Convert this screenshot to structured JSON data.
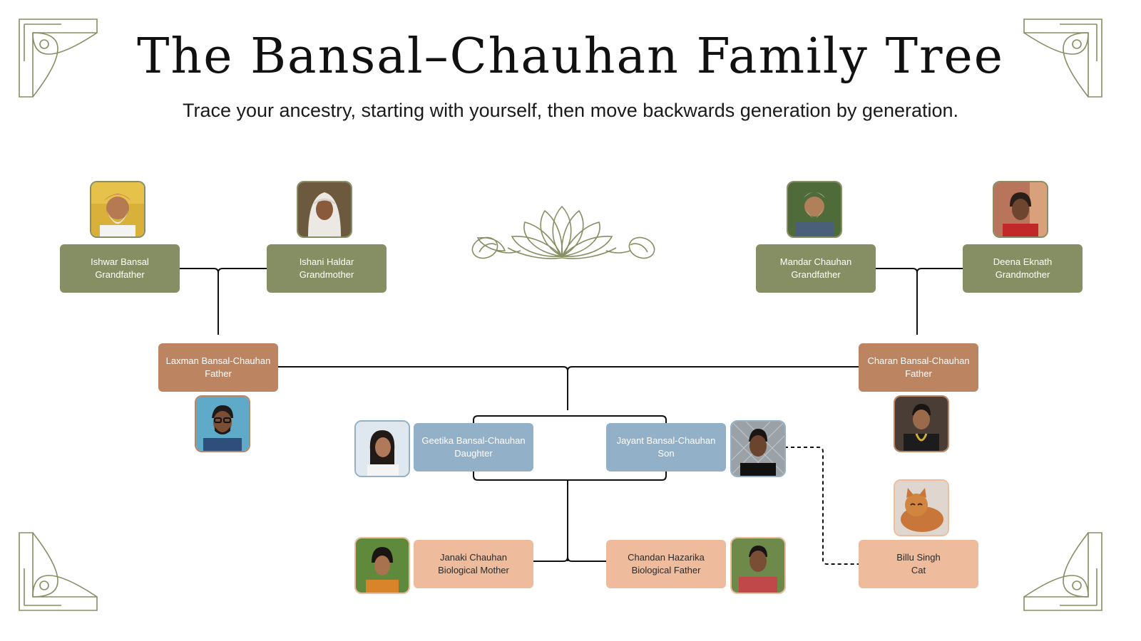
{
  "title": "The Bansal–Chauhan Family Tree",
  "subtitle": "Trace your ancestry, starting with yourself, then move backwards generation by generation.",
  "colors": {
    "grandparent": "#868e63",
    "parent": "#bd8462",
    "child": "#93b0c9",
    "biological": "#eebc9d",
    "ornament": "#868e63",
    "line": "#111111"
  },
  "people": {
    "ishwar": {
      "name": "Ishwar Bansal",
      "role": "Grandfather"
    },
    "ishani": {
      "name": "Ishani Haldar",
      "role": "Grandmother"
    },
    "mandar": {
      "name": "Mandar Chauhan",
      "role": "Grandfather"
    },
    "deena": {
      "name": "Deena Eknath",
      "role": "Grandmother"
    },
    "laxman": {
      "name": "Laxman Bansal-Chauhan",
      "role": "Father"
    },
    "charan": {
      "name": "Charan Bansal-Chauhan",
      "role": "Father"
    },
    "geetika": {
      "name": "Geetika Bansal-Chauhan",
      "role": "Daughter"
    },
    "jayant": {
      "name": "Jayant Bansal-Chauhan",
      "role": "Son"
    },
    "janaki": {
      "name": "Janaki Chauhan",
      "role": "Biological Mother"
    },
    "chandan": {
      "name": "Chandan Hazarika",
      "role": "Biological Father"
    },
    "billu": {
      "name": "Billu Singh",
      "role": "Cat"
    }
  },
  "icons": {
    "ornament": "lotus-icon",
    "corners": "corner-ornament-icon",
    "photos": "portrait-photo"
  }
}
